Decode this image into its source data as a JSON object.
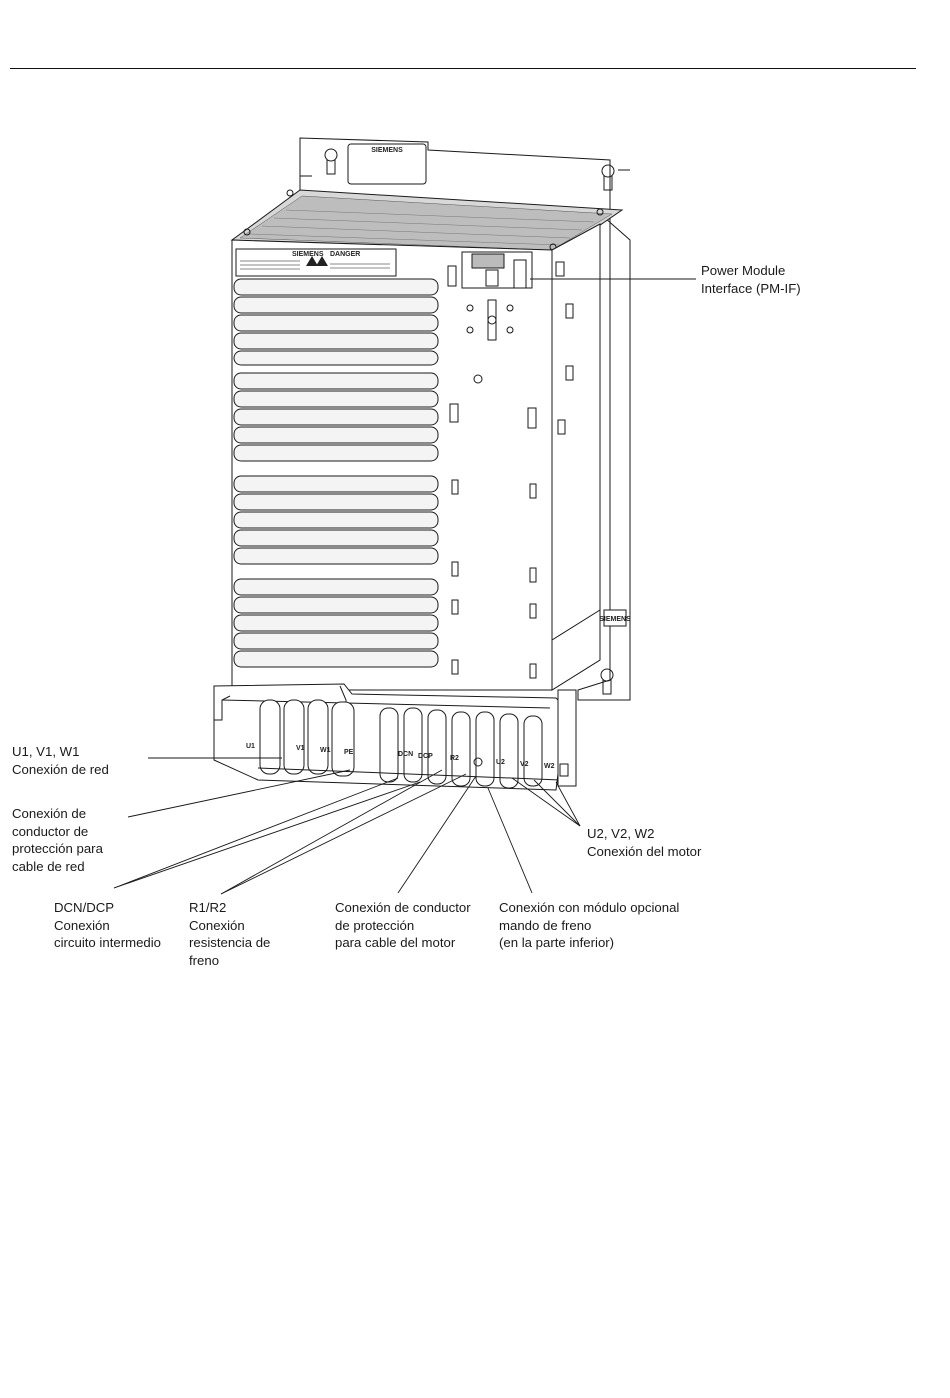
{
  "device": {
    "brand_top": "SIEMENS",
    "brand_side": "SIEMENS",
    "label_brand": "SIEMENS",
    "danger_word": "DANGER",
    "terminals": [
      "U1",
      "V1",
      "W1",
      "PE",
      "DCN",
      "DCP",
      "R2",
      "U2",
      "V2",
      "W2"
    ]
  },
  "labels": {
    "pm_if": [
      "Power Module",
      "Interface (PM-IF)"
    ],
    "mains": [
      "U1, V1, W1",
      "Conexión de red"
    ],
    "pe_mains": [
      "Conexión de",
      "conductor de",
      "protección para",
      "cable de red"
    ],
    "dc_link": [
      "DCN/DCP",
      "Conexión",
      "circuito intermedio"
    ],
    "brake_resistor": [
      "R1/R2",
      "Conexión",
      "resistencia de",
      "freno"
    ],
    "pe_motor": [
      "Conexión de conductor",
      "de protección",
      "para cable del motor"
    ],
    "brake_module": [
      "Conexión con módulo opcional",
      "mando de freno",
      "(en la parte inferior)"
    ],
    "motor": [
      "U2, V2, W2",
      "Conexión del motor"
    ]
  }
}
